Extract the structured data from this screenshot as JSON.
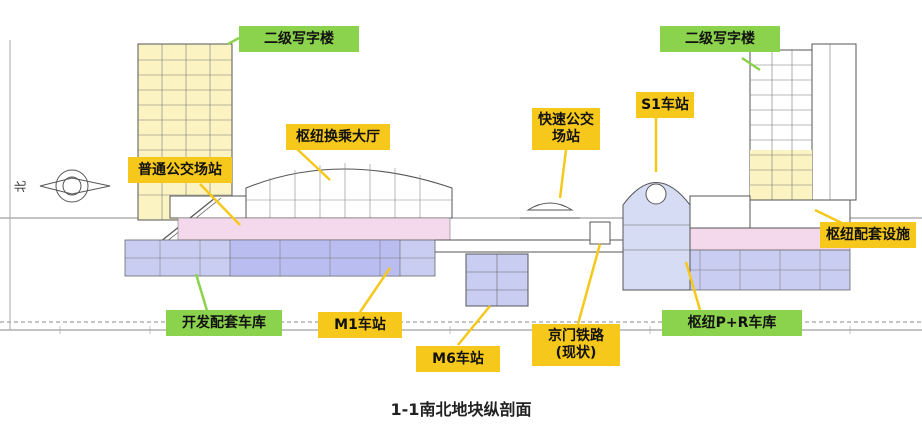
{
  "labels": {
    "office_left": "二级写字楼",
    "office_right": "二级写字楼",
    "hub_hall": "枢纽换乘大厅",
    "bus_station": "普通公交场站",
    "express_bus": [
      "快速公交",
      "场站"
    ],
    "s1_station": "S1车站",
    "hub_support": "枢纽配套设施",
    "dev_garage": "开发配套车库",
    "m1_station": "M1车站",
    "m6_station": "M6车站",
    "railway": [
      "京门铁路",
      "(现状)"
    ],
    "pr_garage": "枢纽P+R车库"
  },
  "compass": "北",
  "caption": "1-1南北地块纵剖面",
  "colors": {
    "green_callout": "#8bd34d",
    "yellow_callout": "#f6c81c",
    "pink_zone": "#f4d9ec",
    "blue_zone": "#c9cdf2",
    "office_yellow": "#fbf3c2",
    "line": "#666666"
  }
}
